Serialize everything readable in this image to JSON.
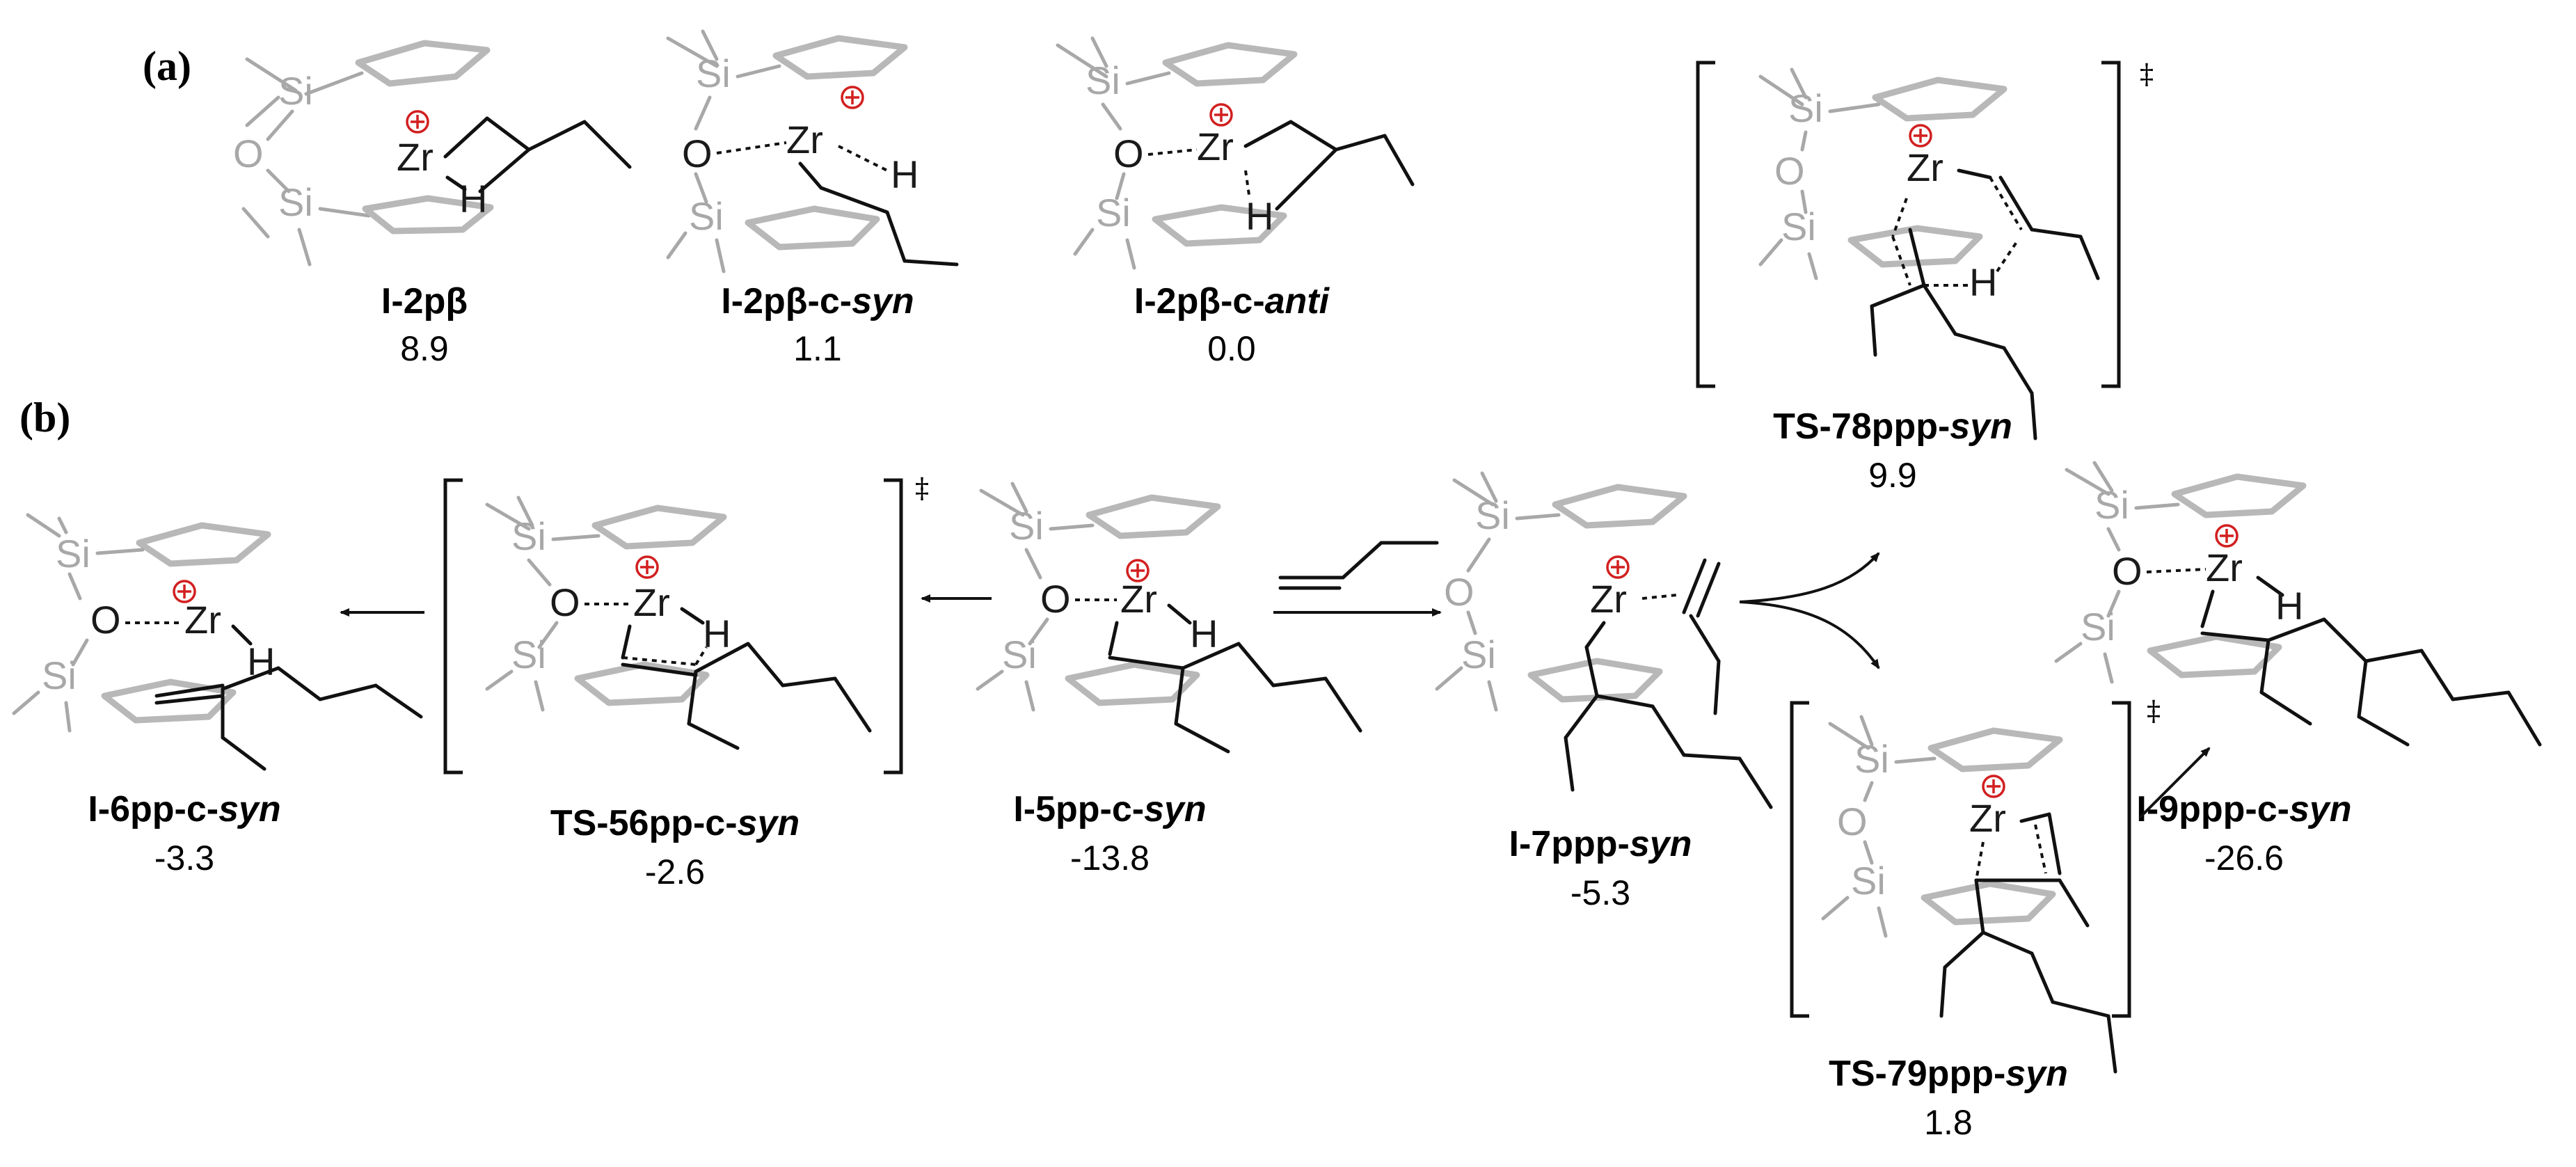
{
  "panels": {
    "a": "(a)",
    "b": "(b)"
  },
  "atoms": {
    "si": "Si",
    "o": "O",
    "zr": "Zr",
    "h": "H"
  },
  "ts_mark": "‡",
  "structures": [
    {
      "id": "i2pb",
      "name_main": "I-2pβ",
      "name_italic": "",
      "value": "8.9"
    },
    {
      "id": "i2pbcsyn",
      "name_main": "I-2pβ-c-",
      "name_italic": "syn",
      "value": "1.1"
    },
    {
      "id": "i2pbcanti",
      "name_main": "I-2pβ-c-",
      "name_italic": "anti",
      "value": "0.0"
    },
    {
      "id": "ts78",
      "name_main": "TS-78ppp-",
      "name_italic": "syn",
      "value": "9.9"
    },
    {
      "id": "i6",
      "name_main": "I-6pp-c-",
      "name_italic": "syn",
      "value": "-3.3"
    },
    {
      "id": "ts56",
      "name_main": "TS-56pp-c-",
      "name_italic": "syn",
      "value": "-2.6"
    },
    {
      "id": "i5",
      "name_main": "I-5pp-c-",
      "name_italic": "syn",
      "value": "-13.8"
    },
    {
      "id": "i7",
      "name_main": "I-7ppp-",
      "name_italic": "syn",
      "value": "-5.3"
    },
    {
      "id": "i9",
      "name_main": "I-9ppp-c-",
      "name_italic": "syn",
      "value": "-26.6"
    },
    {
      "id": "ts79",
      "name_main": "TS-79ppp-",
      "name_italic": "syn",
      "value": "1.8"
    }
  ]
}
